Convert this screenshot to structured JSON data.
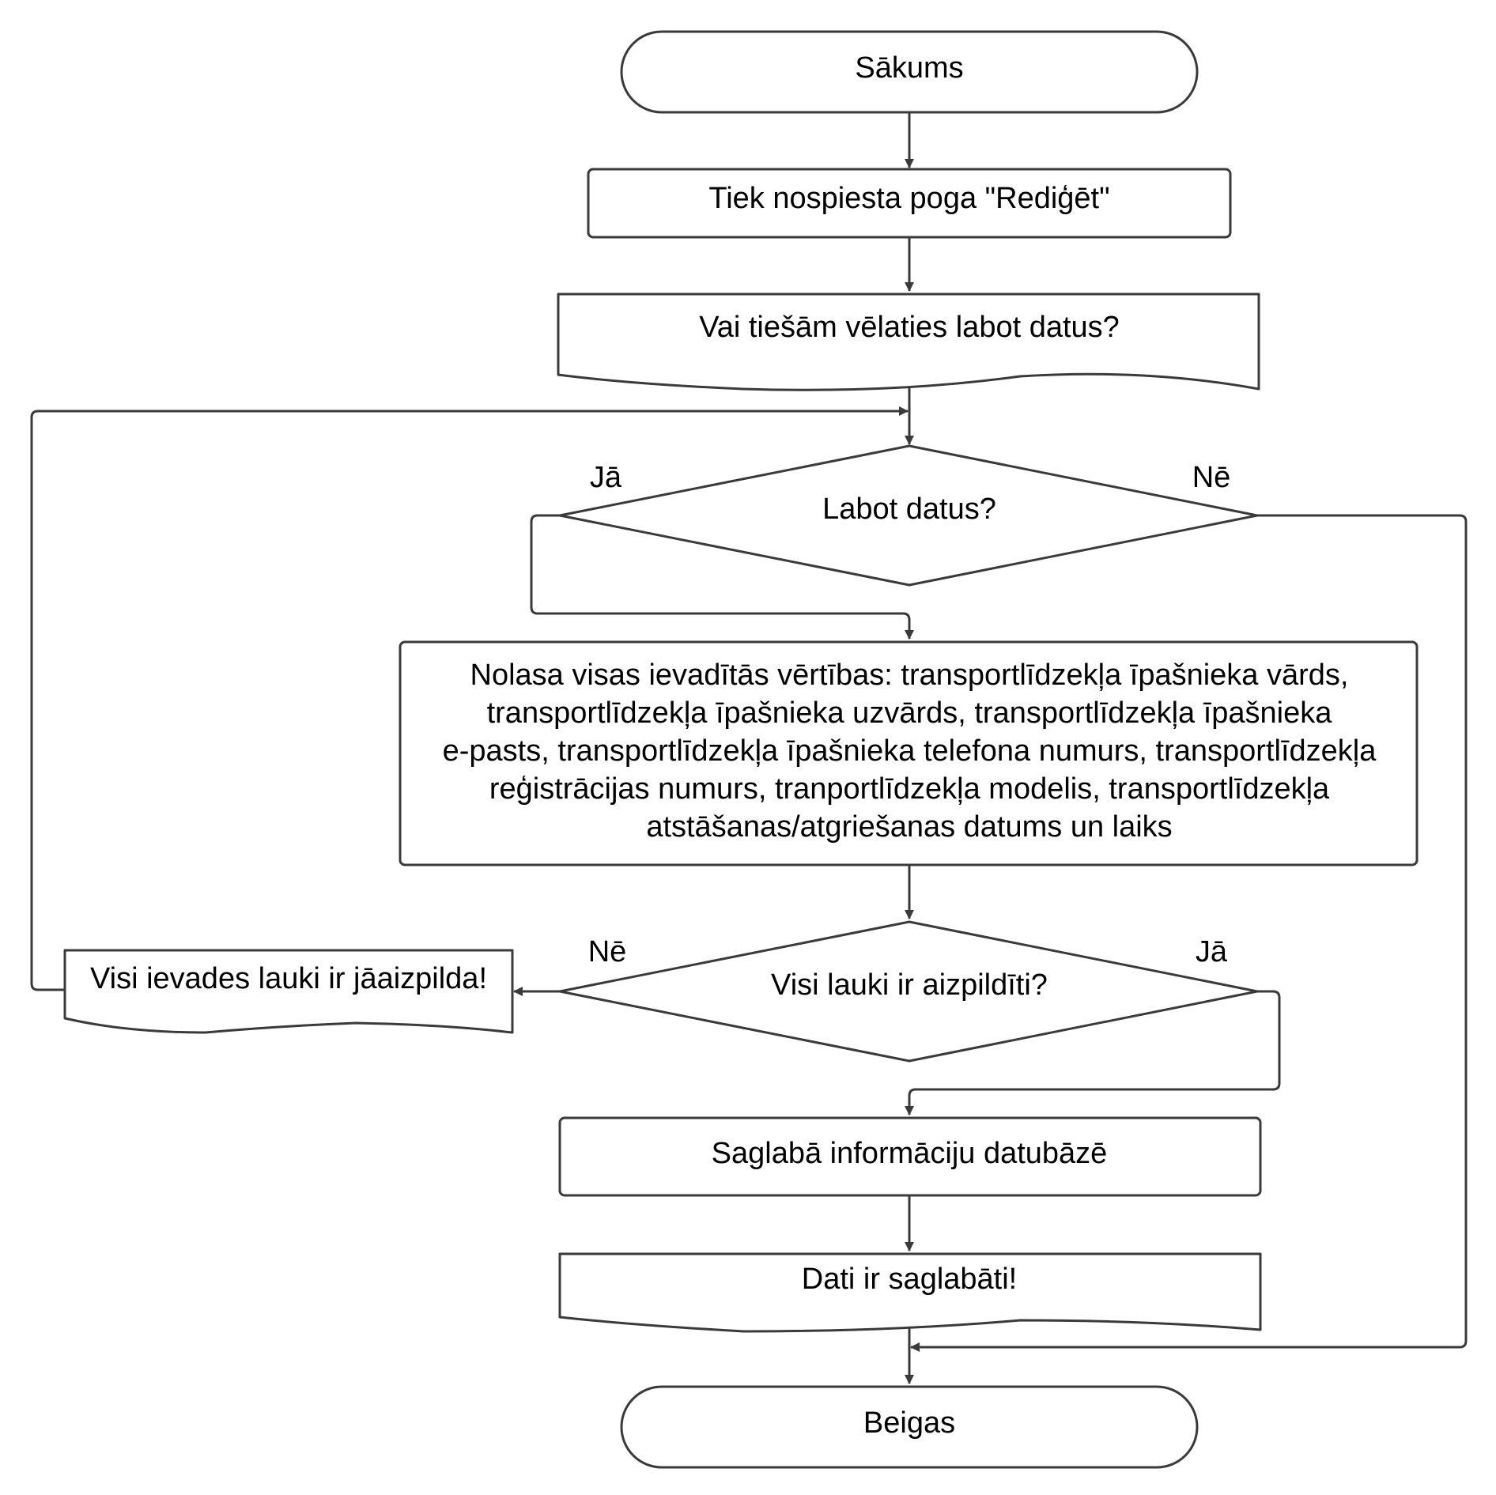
{
  "nodes": {
    "start": "Sākums",
    "click_edit": "Tiek nospiesta poga \"Rediģēt\"",
    "confirm_msg": "Vai tiešām vēlaties labot datus?",
    "decision_edit": "Labot  datus?",
    "read_values": [
      "Nolasa visas ievadītās vērtības: transportlīdzekļa īpašnieka vārds,",
      "transportlīdzekļa īpašnieka uzvārds, transportlīdzekļa īpašnieka",
      "e-pasts, transportlīdzekļa īpašnieka telefona numurs, transportlīdzekļa",
      "reģistrācijas numurs, tranportlīdzekļa modelis, transportlīdzekļa",
      "atstāšanas/atgriešanas datums un laiks"
    ],
    "decision_filled": "Visi lauki ir aizpildīti?",
    "error_msg": "Visi ievades lauki ir jāaizpilda!",
    "save_db": "Saglabā informāciju datubāzē",
    "saved_msg": "Dati ir saglabāti!",
    "end": "Beigas"
  },
  "labels": {
    "edit_yes": "Jā",
    "edit_no": "Nē",
    "filled_no": "Nē",
    "filled_yes": "Jā"
  },
  "colors": {
    "stroke": "#3a3a3a",
    "fill": "#ffffff",
    "text": "#000000"
  }
}
